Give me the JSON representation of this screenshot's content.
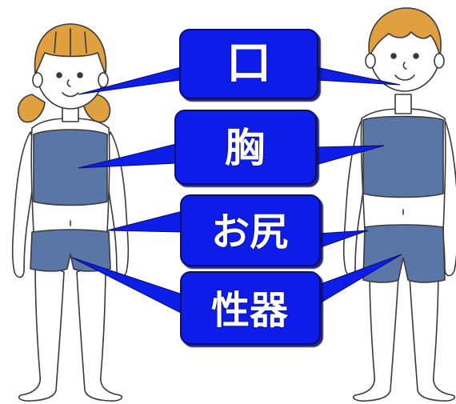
{
  "labels": {
    "mouth": "口",
    "chest": "胸",
    "buttocks": "お尻",
    "genitals": "性器"
  },
  "colors": {
    "label_fill": "#0d1ee8",
    "label_border": "#0a0a6a",
    "clothing": "#5a76a6",
    "hair": "#e0a040",
    "skin": "#ffffff",
    "outline": "#3a3a3a"
  }
}
